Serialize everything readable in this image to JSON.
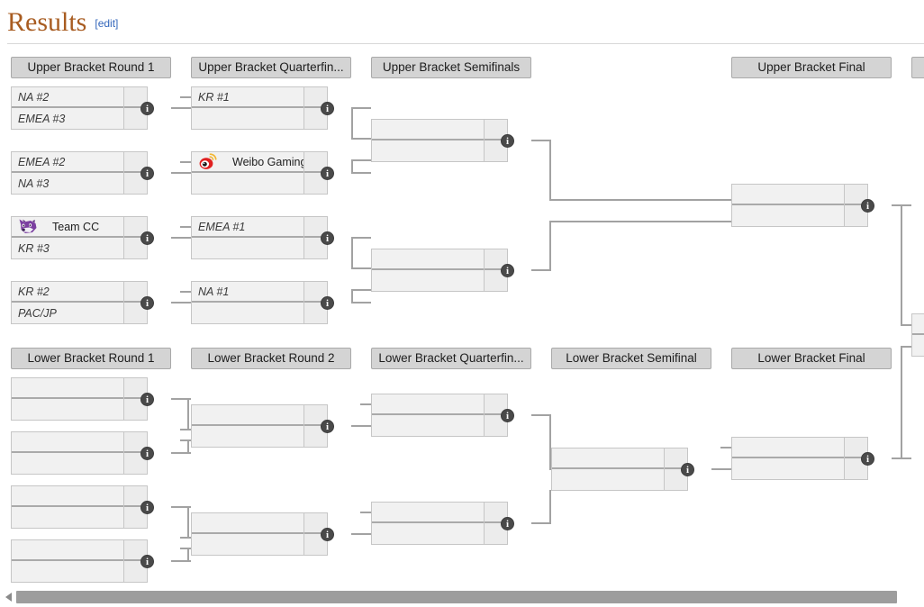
{
  "heading": {
    "title": "Results",
    "edit_link": "[edit]"
  },
  "scrollbar": {
    "left_arrow": "◀"
  },
  "rounds": [
    {
      "id": "ub-r1",
      "label": "Upper Bracket Round 1"
    },
    {
      "id": "ub-qf",
      "label": "Upper Bracket Quarterfin..."
    },
    {
      "id": "ub-sf",
      "label": "Upper Bracket Semifinals"
    },
    {
      "id": "ub-f",
      "label": "Upper Bracket Final"
    },
    {
      "id": "gf",
      "label": ""
    },
    {
      "id": "lb-r1",
      "label": "Lower Bracket Round 1"
    },
    {
      "id": "lb-r2",
      "label": "Lower Bracket Round 2"
    },
    {
      "id": "lb-qf",
      "label": "Lower Bracket Quarterfin..."
    },
    {
      "id": "lb-sf",
      "label": "Lower Bracket Semifinal"
    },
    {
      "id": "lb-f",
      "label": "Lower Bracket Final"
    }
  ],
  "info_icon": "i",
  "matches": {
    "ub_r1_m1": {
      "top": {
        "name": "NA #2",
        "placeholder": true,
        "logo": ""
      },
      "bot": {
        "name": "EMEA #3",
        "placeholder": true,
        "logo": ""
      },
      "score_top": "",
      "score_bot": ""
    },
    "ub_r1_m2": {
      "top": {
        "name": "EMEA #2",
        "placeholder": true,
        "logo": ""
      },
      "bot": {
        "name": "NA #3",
        "placeholder": true,
        "logo": ""
      },
      "score_top": "",
      "score_bot": ""
    },
    "ub_r1_m3": {
      "top": {
        "name": "Team CC",
        "placeholder": false,
        "logo": "teamcc-logo"
      },
      "bot": {
        "name": "KR #3",
        "placeholder": true,
        "logo": ""
      },
      "score_top": "",
      "score_bot": ""
    },
    "ub_r1_m4": {
      "top": {
        "name": "KR #2",
        "placeholder": true,
        "logo": ""
      },
      "bot": {
        "name": "PAC/JP",
        "placeholder": true,
        "logo": ""
      },
      "score_top": "",
      "score_bot": ""
    },
    "ub_qf_m1": {
      "top": {
        "name": "KR #1",
        "placeholder": true,
        "logo": ""
      },
      "bot": {
        "name": "",
        "placeholder": true,
        "logo": ""
      },
      "score_top": "",
      "score_bot": ""
    },
    "ub_qf_m2": {
      "top": {
        "name": "Weibo Gaming",
        "placeholder": false,
        "logo": "weibo-logo"
      },
      "bot": {
        "name": "",
        "placeholder": true,
        "logo": ""
      },
      "score_top": "",
      "score_bot": ""
    },
    "ub_qf_m3": {
      "top": {
        "name": "EMEA #1",
        "placeholder": true,
        "logo": ""
      },
      "bot": {
        "name": "",
        "placeholder": true,
        "logo": ""
      },
      "score_top": "",
      "score_bot": ""
    },
    "ub_qf_m4": {
      "top": {
        "name": "NA #1",
        "placeholder": true,
        "logo": ""
      },
      "bot": {
        "name": "",
        "placeholder": true,
        "logo": ""
      },
      "score_top": "",
      "score_bot": ""
    },
    "ub_sf_m1": {
      "top": {
        "name": "",
        "placeholder": true,
        "logo": ""
      },
      "bot": {
        "name": "",
        "placeholder": true,
        "logo": ""
      },
      "score_top": "",
      "score_bot": ""
    },
    "ub_sf_m2": {
      "top": {
        "name": "",
        "placeholder": true,
        "logo": ""
      },
      "bot": {
        "name": "",
        "placeholder": true,
        "logo": ""
      },
      "score_top": "",
      "score_bot": ""
    },
    "ub_f_m1": {
      "top": {
        "name": "",
        "placeholder": true,
        "logo": ""
      },
      "bot": {
        "name": "",
        "placeholder": true,
        "logo": ""
      },
      "score_top": "",
      "score_bot": ""
    },
    "gf_m1": {
      "top": {
        "name": "",
        "placeholder": true,
        "logo": ""
      },
      "bot": {
        "name": "",
        "placeholder": true,
        "logo": ""
      },
      "score_top": "",
      "score_bot": ""
    },
    "lb_r1_m1": {
      "top": {
        "name": "",
        "placeholder": true,
        "logo": ""
      },
      "bot": {
        "name": "",
        "placeholder": true,
        "logo": ""
      },
      "score_top": "",
      "score_bot": ""
    },
    "lb_r1_m2": {
      "top": {
        "name": "",
        "placeholder": true,
        "logo": ""
      },
      "bot": {
        "name": "",
        "placeholder": true,
        "logo": ""
      },
      "score_top": "",
      "score_bot": ""
    },
    "lb_r1_m3": {
      "top": {
        "name": "",
        "placeholder": true,
        "logo": ""
      },
      "bot": {
        "name": "",
        "placeholder": true,
        "logo": ""
      },
      "score_top": "",
      "score_bot": ""
    },
    "lb_r1_m4": {
      "top": {
        "name": "",
        "placeholder": true,
        "logo": ""
      },
      "bot": {
        "name": "",
        "placeholder": true,
        "logo": ""
      },
      "score_top": "",
      "score_bot": ""
    },
    "lb_r2_m1": {
      "top": {
        "name": "",
        "placeholder": true,
        "logo": ""
      },
      "bot": {
        "name": "",
        "placeholder": true,
        "logo": ""
      },
      "score_top": "",
      "score_bot": ""
    },
    "lb_r2_m2": {
      "top": {
        "name": "",
        "placeholder": true,
        "logo": ""
      },
      "bot": {
        "name": "",
        "placeholder": true,
        "logo": ""
      },
      "score_top": "",
      "score_bot": ""
    },
    "lb_qf_m1": {
      "top": {
        "name": "",
        "placeholder": true,
        "logo": ""
      },
      "bot": {
        "name": "",
        "placeholder": true,
        "logo": ""
      },
      "score_top": "",
      "score_bot": ""
    },
    "lb_qf_m2": {
      "top": {
        "name": "",
        "placeholder": true,
        "logo": ""
      },
      "bot": {
        "name": "",
        "placeholder": true,
        "logo": ""
      },
      "score_top": "",
      "score_bot": ""
    },
    "lb_sf_m1": {
      "top": {
        "name": "",
        "placeholder": true,
        "logo": ""
      },
      "bot": {
        "name": "",
        "placeholder": true,
        "logo": ""
      },
      "score_top": "",
      "score_bot": ""
    },
    "lb_f_m1": {
      "top": {
        "name": "",
        "placeholder": true,
        "logo": ""
      },
      "bot": {
        "name": "",
        "placeholder": true,
        "logo": ""
      },
      "score_top": "",
      "score_bot": ""
    }
  },
  "colors": {
    "heading": "#a85c21",
    "link": "#3366bb",
    "header_bg": "#d4d4d4",
    "header_border": "#a9a9a9",
    "match_bg": "#f1f1f1",
    "match_border": "#c6c6c6",
    "connector": "#a2a2a2",
    "info_badge": "#4a4a4a",
    "scrollbar_thumb": "#9d9d9d"
  }
}
